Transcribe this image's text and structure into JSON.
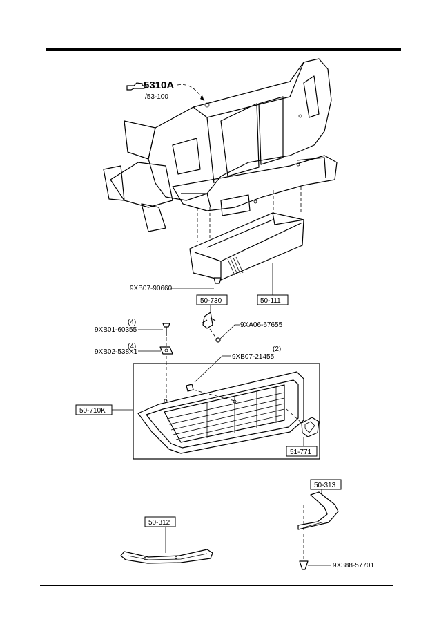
{
  "reference": {
    "main_code": "5310A",
    "sub_code": "/53-100"
  },
  "parts": {
    "p_9xb07_90660": "9XB07-90660",
    "p_50_730": "50-730",
    "p_50_111": "50-111",
    "p_qty_4a": "(4)",
    "p_9xb01_60355": "9XB01-60355",
    "p_9xa06_67655": "9XA06-67655",
    "p_qty_4b": "(4)",
    "p_9xb02_538x1": "9XB02-538X1",
    "p_qty_2": "(2)",
    "p_9xb07_21455": "9XB07-21455",
    "p_50_710k": "50-710K",
    "p_51_771": "51-771",
    "p_50_313": "50-313",
    "p_50_312": "50-312",
    "p_9x388_57701": "9X388-57701"
  }
}
